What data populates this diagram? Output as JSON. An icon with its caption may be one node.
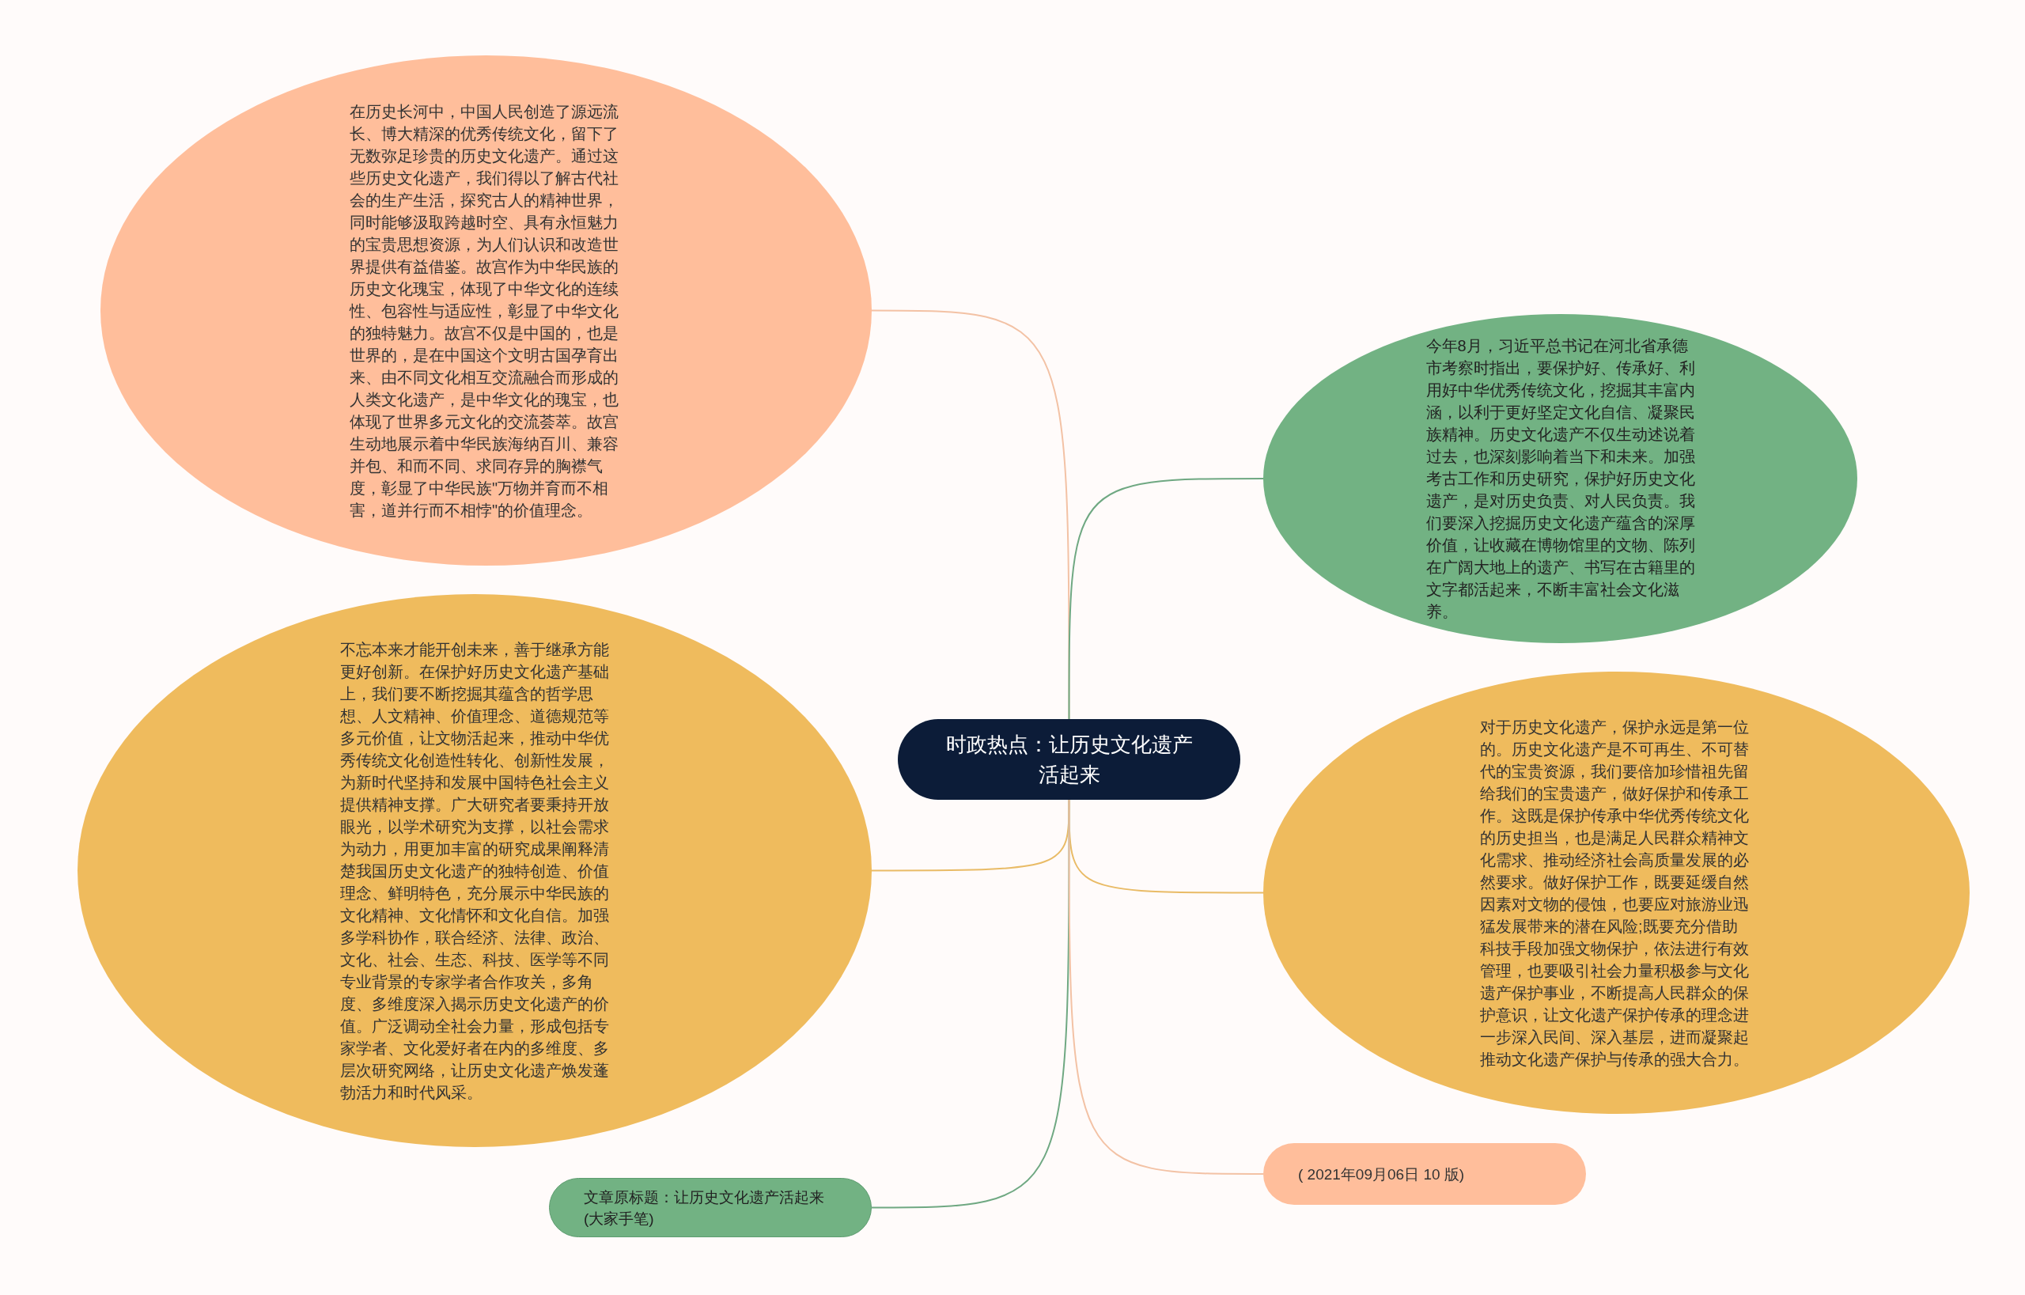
{
  "diagram": {
    "nodes": [
      {
        "text": [
          "时政热点：让历史文化遗产活起来"
        ]
      },
      {
        "text": [
          "在历史长河中，中国人民创造了源远流长、博大精深的优秀传统文化，留下了无数弥足珍贵的历史文化遗产。通过这些历史文化遗产，我们得以了解古代社会的生产生活，探究古人的精神世界，同时能够汲取跨越时空、具有永恒魅力的宝贵思想资源，为人们认识和改造世界提供有益借鉴。故宫作为中华民族的历史文化瑰宝，体现了中华文化的连续性、包容性与适应性，彰显了中华文化的独特魅力。故宫不仅是中国的，也是世界的，是在中国这个文明古国孕育出来、由不同文化相互交流融合而形成的人类文化遗产，是中华文化的瑰宝，也体现了世界多元文化的交流荟萃。故宫生动地展示着中华民族海纳百川、兼容并包、和而不同、求同存异的胸襟气度，彰显了中华民族\"万物并育而不相害，道并行而不相悖\"的价值理念。"
        ]
      },
      {
        "text": [
          "不忘本来才能开创未来，善于继承方能更好创新。在保护好历史文化遗产基础上，我们要不断挖掘其蕴含的哲学思想、人文精神、价值理念、道德规范等多元价值，让文物活起来，推动中华优秀传统文化创造性转化、创新性发展，为新时代坚持和发展中国特色社会主义提供精神支撑。广大研究者要秉持开放眼光，以学术研究为支撑，以社会需求为动力，用更加丰富的研究成果阐释清楚我国历史文化遗产的独特创造、价值理念、鲜明特色，充分展示中华民族的文化精神、文化情怀和文化自信。加强多学科协作，联合经济、法律、政治、文化、社会、生态、科技、医学等不同专业背景的专家学者合作攻关，多角度、多维度深入揭示历史文化遗产的价值。广泛调动全社会力量，形成包括专家学者、文化爱好者在内的多维度、多层次研究网络，让历史文化遗产焕发蓬勃活力和时代风采。"
        ]
      },
      {
        "text": [
          "今年8月，习近平总书记在河北省承德市考察时指出，要保护好、传承好、利用好中华优秀传统文化，挖掘其丰富内涵，以利于更好坚定文化自信、凝聚民族精神。历史文化遗产不仅生动述说着过去，也深刻影响着当下和未来。加强考古工作和历史研究，保护好历史文化遗产，是对历史负责、对人民负责。我们要深入挖掘历史文化遗产蕴含的深厚价值，让收藏在博物馆里的文物、陈列在广阔大地上的遗产、书写在古籍里的文字都活起来，不断丰富社会文化滋养。"
        ]
      },
      {
        "text": [
          "对于历史文化遗产，保护永远是第一位的。历史文化遗产是不可再生、不可替代的宝贵资源，我们要倍加珍惜祖先留给我们的宝贵遗产，做好保护和传承工作。这既是保护传承中华优秀传统文化的历史担当，也是满足人民群众精神文化需求、推动经济社会高质量发展的必然要求。做好保护工作，既要延缓自然因素对文物的侵蚀，也要应对旅游业迅猛发展带来的潜在风险;既要充分借助科技手段加强文物保护，依法进行有效管理，也要吸引社会力量积极参与文化遗产保护事业，不断提高人民群众的保护意识，让文化遗产保护传承的理念进一步深入民间、深入基层，进而凝聚起推动文化遗产保护与传承的强大合力。"
        ]
      },
      {
        "text": [
          "文章原标题：让历史文化遗产活起来(大家手笔)"
        ]
      },
      {
        "text": [
          "( 2021年09月06日 10 版)"
        ]
      }
    ],
    "edges": [
      {
        "from": 0,
        "to": 1,
        "arrow": "none",
        "color": "#f3c2a5"
      },
      {
        "from": 0,
        "to": 2,
        "arrow": "none",
        "color": "#e9bb66"
      },
      {
        "from": 0,
        "to": 3,
        "arrow": "none",
        "color": "#6fa882"
      },
      {
        "from": 0,
        "to": 4,
        "arrow": "none",
        "color": "#e9bb66"
      },
      {
        "from": 0,
        "to": 5,
        "arrow": "none",
        "color": "#6fa882"
      },
      {
        "from": 0,
        "to": 6,
        "arrow": "none",
        "color": "#f3c2a5"
      }
    ]
  }
}
